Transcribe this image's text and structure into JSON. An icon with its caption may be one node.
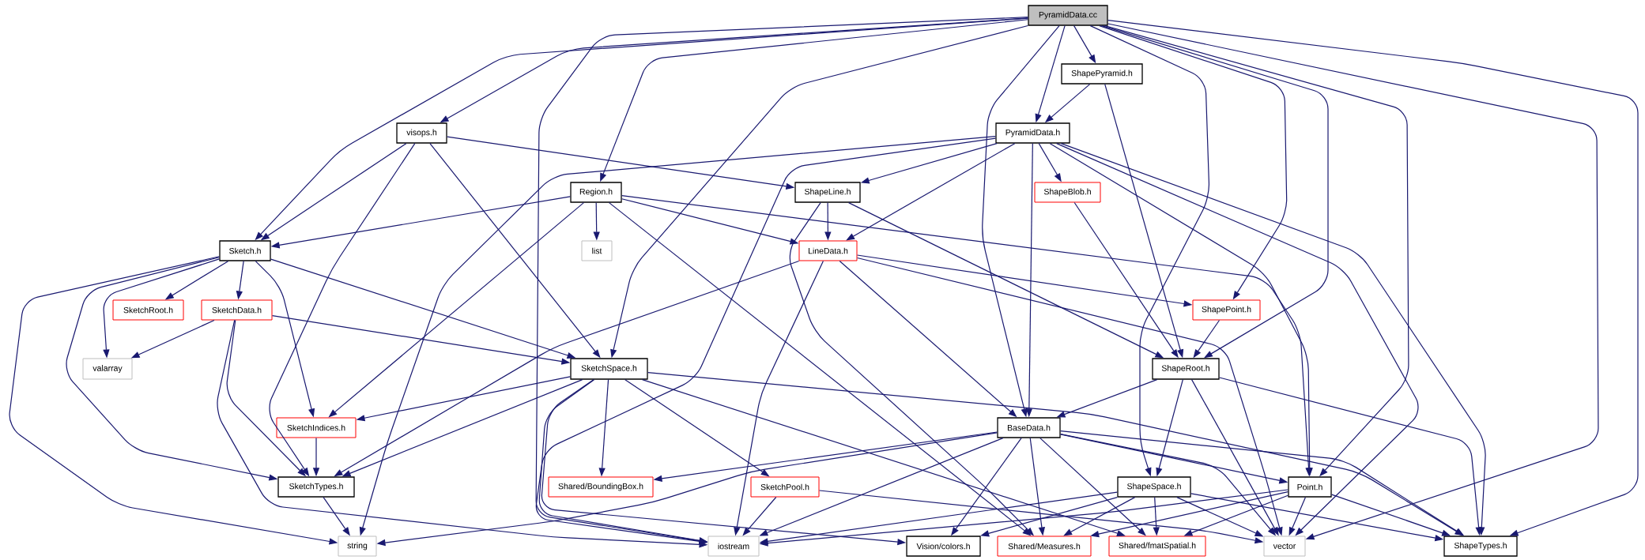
{
  "diagram": {
    "nodes": [
      {
        "text": [
          "PyramidData.cc"
        ]
      },
      {
        "text": [
          "ShapePyramid.h"
        ]
      },
      {
        "text": [
          "visops.h"
        ]
      },
      {
        "text": [
          "PyramidData.h"
        ]
      },
      {
        "text": [
          "Region.h"
        ]
      },
      {
        "text": [
          "ShapeLine.h"
        ]
      },
      {
        "text": [
          "ShapeBlob.h"
        ]
      },
      {
        "text": [
          "Sketch.h"
        ]
      },
      {
        "text": [
          "list"
        ]
      },
      {
        "text": [
          "LineData.h"
        ]
      },
      {
        "text": [
          "SketchRoot.h"
        ]
      },
      {
        "text": [
          "SketchData.h"
        ]
      },
      {
        "text": [
          "ShapePoint.h"
        ]
      },
      {
        "text": [
          "valarray"
        ]
      },
      {
        "text": [
          "SketchSpace.h"
        ]
      },
      {
        "text": [
          "ShapeRoot.h"
        ]
      },
      {
        "text": [
          "SketchIndices.h"
        ]
      },
      {
        "text": [
          "BaseData.h"
        ]
      },
      {
        "text": [
          "SketchTypes.h"
        ]
      },
      {
        "text": [
          "Shared/BoundingBox.h"
        ]
      },
      {
        "text": [
          "SketchPool.h"
        ]
      },
      {
        "text": [
          "ShapeSpace.h"
        ]
      },
      {
        "text": [
          "Point.h"
        ]
      },
      {
        "text": [
          "string"
        ]
      },
      {
        "text": [
          "iostream"
        ]
      },
      {
        "text": [
          "Vision/colors.h"
        ]
      },
      {
        "text": [
          "Shared/Measures.h"
        ]
      },
      {
        "text": [
          "Shared/fmatSpatial.h"
        ]
      },
      {
        "text": [
          "vector"
        ]
      },
      {
        "text": [
          "ShapeTypes.h"
        ]
      }
    ],
    "edges": [
      {
        "from": 0,
        "to": 7,
        "arrow": "to"
      },
      {
        "from": 0,
        "to": 2,
        "arrow": "to"
      },
      {
        "from": 0,
        "to": 24,
        "arrow": "to"
      },
      {
        "from": 0,
        "to": 4,
        "arrow": "to"
      },
      {
        "from": 0,
        "to": 14,
        "arrow": "to"
      },
      {
        "from": 0,
        "to": 17,
        "arrow": "to"
      },
      {
        "from": 0,
        "to": 3,
        "arrow": "to"
      },
      {
        "from": 0,
        "to": 1,
        "arrow": "to"
      },
      {
        "from": 0,
        "to": 21,
        "arrow": "to"
      },
      {
        "from": 0,
        "to": 12,
        "arrow": "to"
      },
      {
        "from": 0,
        "to": 15,
        "arrow": "to"
      },
      {
        "from": 0,
        "to": 22,
        "arrow": "to"
      },
      {
        "from": 0,
        "to": 28,
        "arrow": "to"
      },
      {
        "from": 0,
        "to": 29,
        "arrow": "to"
      },
      {
        "from": 1,
        "to": 3,
        "arrow": "to"
      },
      {
        "from": 1,
        "to": 15,
        "arrow": "to"
      },
      {
        "from": 2,
        "to": 7,
        "arrow": "to"
      },
      {
        "from": 2,
        "to": 18,
        "arrow": "to"
      },
      {
        "from": 2,
        "to": 14,
        "arrow": "to"
      },
      {
        "from": 2,
        "to": 5,
        "arrow": "to"
      },
      {
        "from": 3,
        "to": 23,
        "arrow": "to"
      },
      {
        "from": 3,
        "to": 24,
        "arrow": "to"
      },
      {
        "from": 3,
        "to": 5,
        "arrow": "to"
      },
      {
        "from": 3,
        "to": 9,
        "arrow": "to"
      },
      {
        "from": 3,
        "to": 17,
        "arrow": "to"
      },
      {
        "from": 3,
        "to": 6,
        "arrow": "to"
      },
      {
        "from": 3,
        "to": 22,
        "arrow": "to"
      },
      {
        "from": 3,
        "to": 28,
        "arrow": "to"
      },
      {
        "from": 3,
        "to": 29,
        "arrow": "to"
      },
      {
        "from": 4,
        "to": 7,
        "arrow": "to"
      },
      {
        "from": 4,
        "to": 8,
        "arrow": "to"
      },
      {
        "from": 4,
        "to": 9,
        "arrow": "to"
      },
      {
        "from": 4,
        "to": 16,
        "arrow": "to"
      },
      {
        "from": 4,
        "to": 26,
        "arrow": "to"
      },
      {
        "from": 4,
        "to": 22,
        "arrow": "to"
      },
      {
        "from": 5,
        "to": 9,
        "arrow": "to"
      },
      {
        "from": 5,
        "to": 15,
        "arrow": "to"
      },
      {
        "from": 5,
        "to": 26,
        "arrow": "to"
      },
      {
        "from": 6,
        "to": 15,
        "arrow": "to"
      },
      {
        "from": 7,
        "to": 23,
        "arrow": "to"
      },
      {
        "from": 7,
        "to": 18,
        "arrow": "to"
      },
      {
        "from": 7,
        "to": 13,
        "arrow": "to"
      },
      {
        "from": 7,
        "to": 10,
        "arrow": "to"
      },
      {
        "from": 7,
        "to": 11,
        "arrow": "to"
      },
      {
        "from": 7,
        "to": 16,
        "arrow": "to"
      },
      {
        "from": 7,
        "to": 14,
        "arrow": "to"
      },
      {
        "from": 9,
        "to": 18,
        "arrow": "to"
      },
      {
        "from": 9,
        "to": 24,
        "arrow": "to"
      },
      {
        "from": 9,
        "to": 17,
        "arrow": "to"
      },
      {
        "from": 9,
        "to": 12,
        "arrow": "to"
      },
      {
        "from": 9,
        "to": 28,
        "arrow": "to"
      },
      {
        "from": 11,
        "to": 13,
        "arrow": "to"
      },
      {
        "from": 11,
        "to": 14,
        "arrow": "to"
      },
      {
        "from": 11,
        "to": 18,
        "arrow": "to"
      },
      {
        "from": 11,
        "to": 24,
        "arrow": "to"
      },
      {
        "from": 12,
        "to": 15,
        "arrow": "to"
      },
      {
        "from": 14,
        "to": 16,
        "arrow": "to"
      },
      {
        "from": 14,
        "to": 18,
        "arrow": "to"
      },
      {
        "from": 14,
        "to": 24,
        "arrow": "to"
      },
      {
        "from": 14,
        "to": 25,
        "arrow": "to"
      },
      {
        "from": 14,
        "to": 19,
        "arrow": "to"
      },
      {
        "from": 14,
        "to": 20,
        "arrow": "to"
      },
      {
        "from": 14,
        "to": 27,
        "arrow": "to"
      },
      {
        "from": 14,
        "to": 29,
        "arrow": "to"
      },
      {
        "from": 15,
        "to": 17,
        "arrow": "to"
      },
      {
        "from": 15,
        "to": 21,
        "arrow": "to"
      },
      {
        "from": 15,
        "to": 28,
        "arrow": "to"
      },
      {
        "from": 15,
        "to": 29,
        "arrow": "to"
      },
      {
        "from": 16,
        "to": 18,
        "arrow": "to"
      },
      {
        "from": 17,
        "to": 19,
        "arrow": "to"
      },
      {
        "from": 17,
        "to": 23,
        "arrow": "to"
      },
      {
        "from": 17,
        "to": 24,
        "arrow": "to"
      },
      {
        "from": 17,
        "to": 25,
        "arrow": "to"
      },
      {
        "from": 17,
        "to": 26,
        "arrow": "to"
      },
      {
        "from": 17,
        "to": 27,
        "arrow": "to"
      },
      {
        "from": 17,
        "to": 22,
        "arrow": "to"
      },
      {
        "from": 17,
        "to": 28,
        "arrow": "to"
      },
      {
        "from": 17,
        "to": 29,
        "arrow": "to"
      },
      {
        "from": 18,
        "to": 23,
        "arrow": "to"
      },
      {
        "from": 20,
        "to": 24,
        "arrow": "to"
      },
      {
        "from": 20,
        "to": 28,
        "arrow": "to"
      },
      {
        "from": 21,
        "to": 24,
        "arrow": "to"
      },
      {
        "from": 21,
        "to": 25,
        "arrow": "to"
      },
      {
        "from": 21,
        "to": 26,
        "arrow": "to"
      },
      {
        "from": 21,
        "to": 27,
        "arrow": "to"
      },
      {
        "from": 21,
        "to": 28,
        "arrow": "to"
      },
      {
        "from": 21,
        "to": 29,
        "arrow": "to"
      },
      {
        "from": 22,
        "to": 24,
        "arrow": "to"
      },
      {
        "from": 22,
        "to": 26,
        "arrow": "to"
      },
      {
        "from": 22,
        "to": 27,
        "arrow": "to"
      },
      {
        "from": 22,
        "to": 28,
        "arrow": "to"
      },
      {
        "from": 22,
        "to": 29,
        "arrow": "to"
      }
    ]
  }
}
